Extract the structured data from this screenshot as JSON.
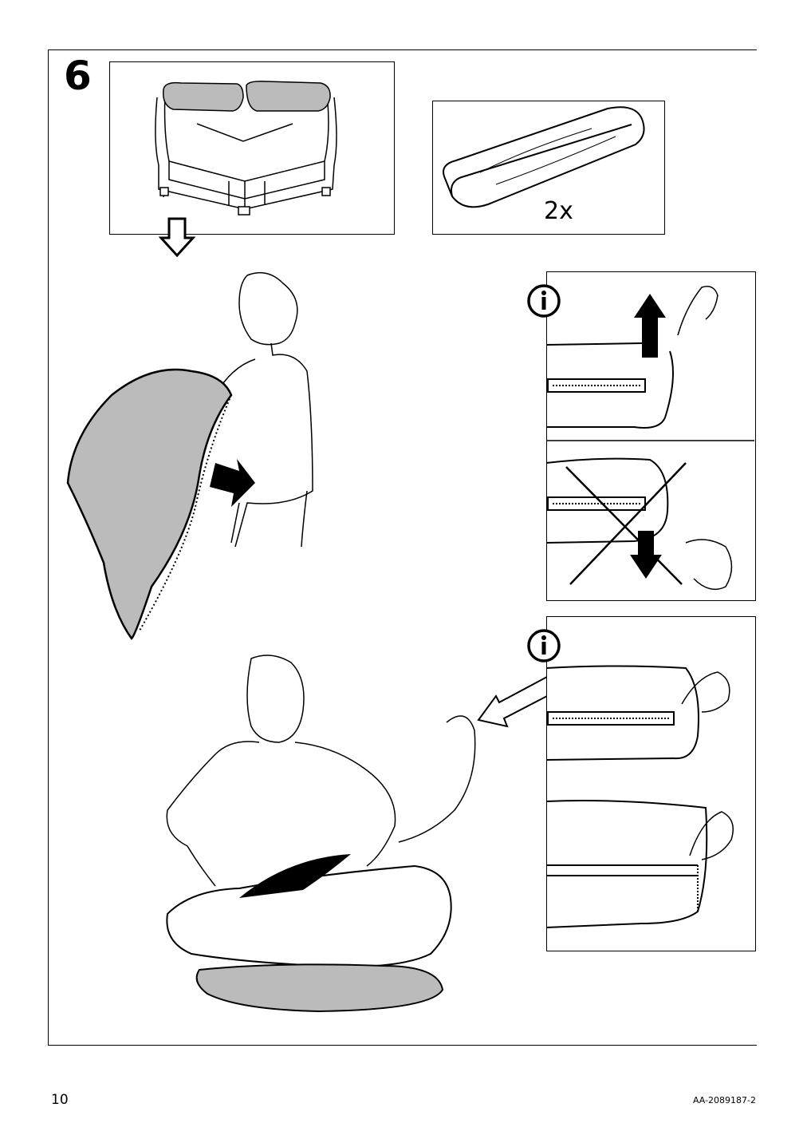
{
  "step": {
    "number": "6"
  },
  "parts": {
    "quantity_label": "2x"
  },
  "footer": {
    "page_number": "10",
    "document_code": "AA-2089187-2"
  },
  "icons": [
    "info-icon",
    "info-icon",
    "down-arrow-icon",
    "cross-icon"
  ]
}
